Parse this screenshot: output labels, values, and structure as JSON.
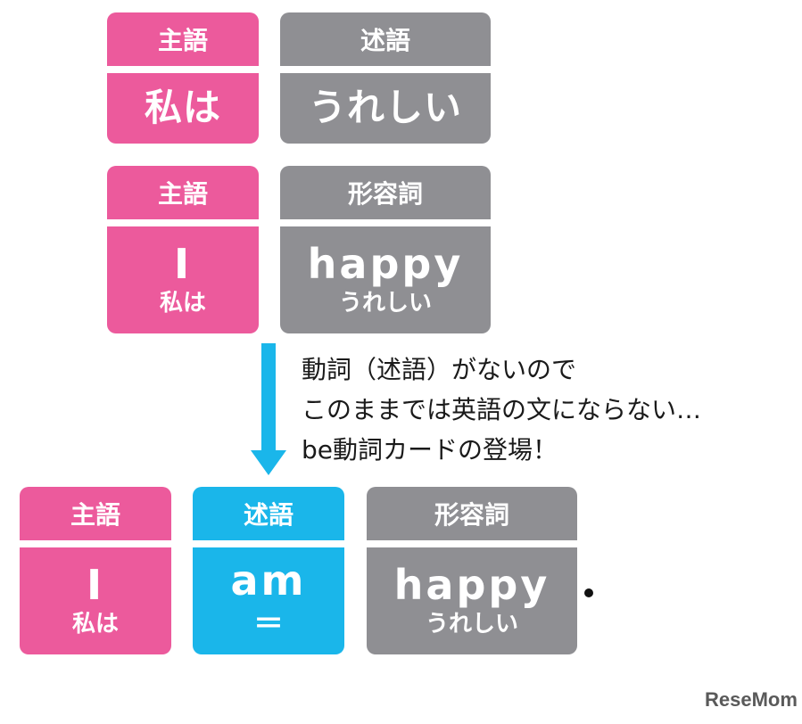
{
  "row1": {
    "subject": {
      "header": "主語",
      "main": "私は"
    },
    "predicate": {
      "header": "述語",
      "main": "うれしい"
    }
  },
  "row2": {
    "subject": {
      "header": "主語",
      "main": "I",
      "sub": "私は"
    },
    "adjective": {
      "header": "形容詞",
      "main": "happy",
      "sub": "うれしい"
    }
  },
  "note": {
    "line1": "動詞（述語）がないので",
    "line2": "このままでは英語の文にならない…",
    "line3": "be動詞カードの登場！"
  },
  "row3": {
    "subject": {
      "header": "主語",
      "main": "I",
      "sub": "私は"
    },
    "predicate": {
      "header": "述語",
      "main": "am",
      "sub": "＝"
    },
    "adjective": {
      "header": "形容詞",
      "main": "happy",
      "sub": "うれしい"
    }
  },
  "logo": "ReseMom",
  "colors": {
    "subject": "#ec5a9c",
    "predicate_jp": "#8f8f93",
    "be_verb": "#1ab6ea",
    "adjective": "#8f8f93"
  }
}
